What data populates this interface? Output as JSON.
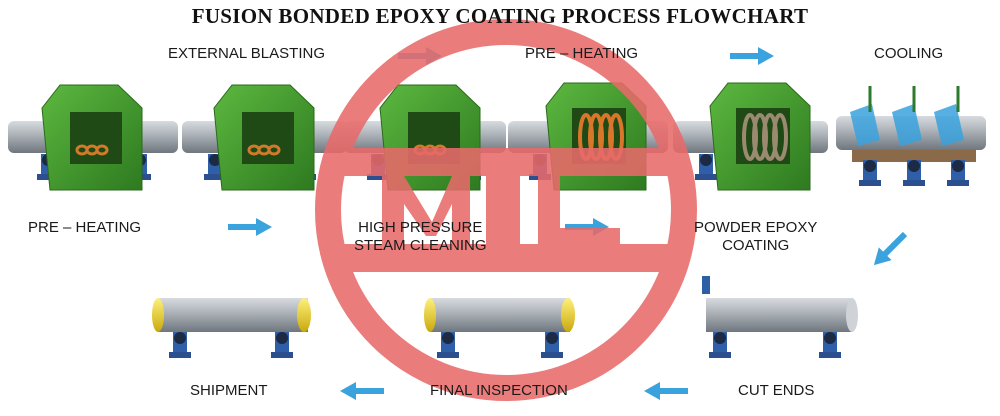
{
  "title": "FUSION BONDED EPOXY COATING PROCESS FLOWCHART",
  "steps": {
    "external_blasting": "EXTERNAL BLASTING",
    "pre_heating_top": "PRE – HEATING",
    "cooling": "COOLING",
    "pre_heating_mid": "PRE – HEATING",
    "steam_cleaning_line1": "HIGH PRESSURE",
    "steam_cleaning_line2": "STEAM CLEANING",
    "powder_coating_line1": "POWDER EPOXY",
    "powder_coating_line2": "COATING",
    "cut_ends": "CUT ENDS",
    "final_inspection": "FINAL INSPECTION",
    "shipment": "SHIPMENT"
  },
  "watermark": "MIL",
  "colors": {
    "machine_green": "#3f9a2c",
    "pipe_gray": "#9fa6ad",
    "arrow_blue": "#3aa2dd",
    "watermark_red": "#e86a6a",
    "end_cap_yellow": "#f1d21a"
  }
}
